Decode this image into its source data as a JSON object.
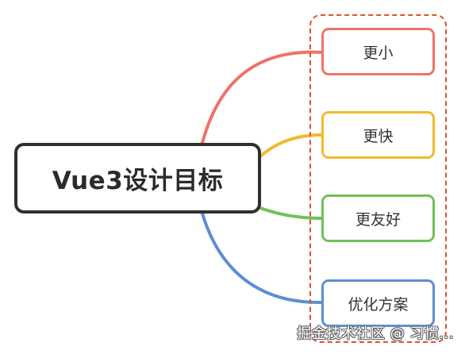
{
  "mindmap": {
    "root": {
      "label": "Vue3设计目标"
    },
    "branches": [
      {
        "label": "更小",
        "color": "#ee7466"
      },
      {
        "label": "更快",
        "color": "#f3b92c"
      },
      {
        "label": "更友好",
        "color": "#70c255"
      },
      {
        "label": "优化方案",
        "color": "#5b8fd2"
      }
    ],
    "frame_color": "#e0522a",
    "root_border_color": "#2f2f2f"
  },
  "watermark": {
    "text": "掘金技术社区 @ 习惯..."
  }
}
